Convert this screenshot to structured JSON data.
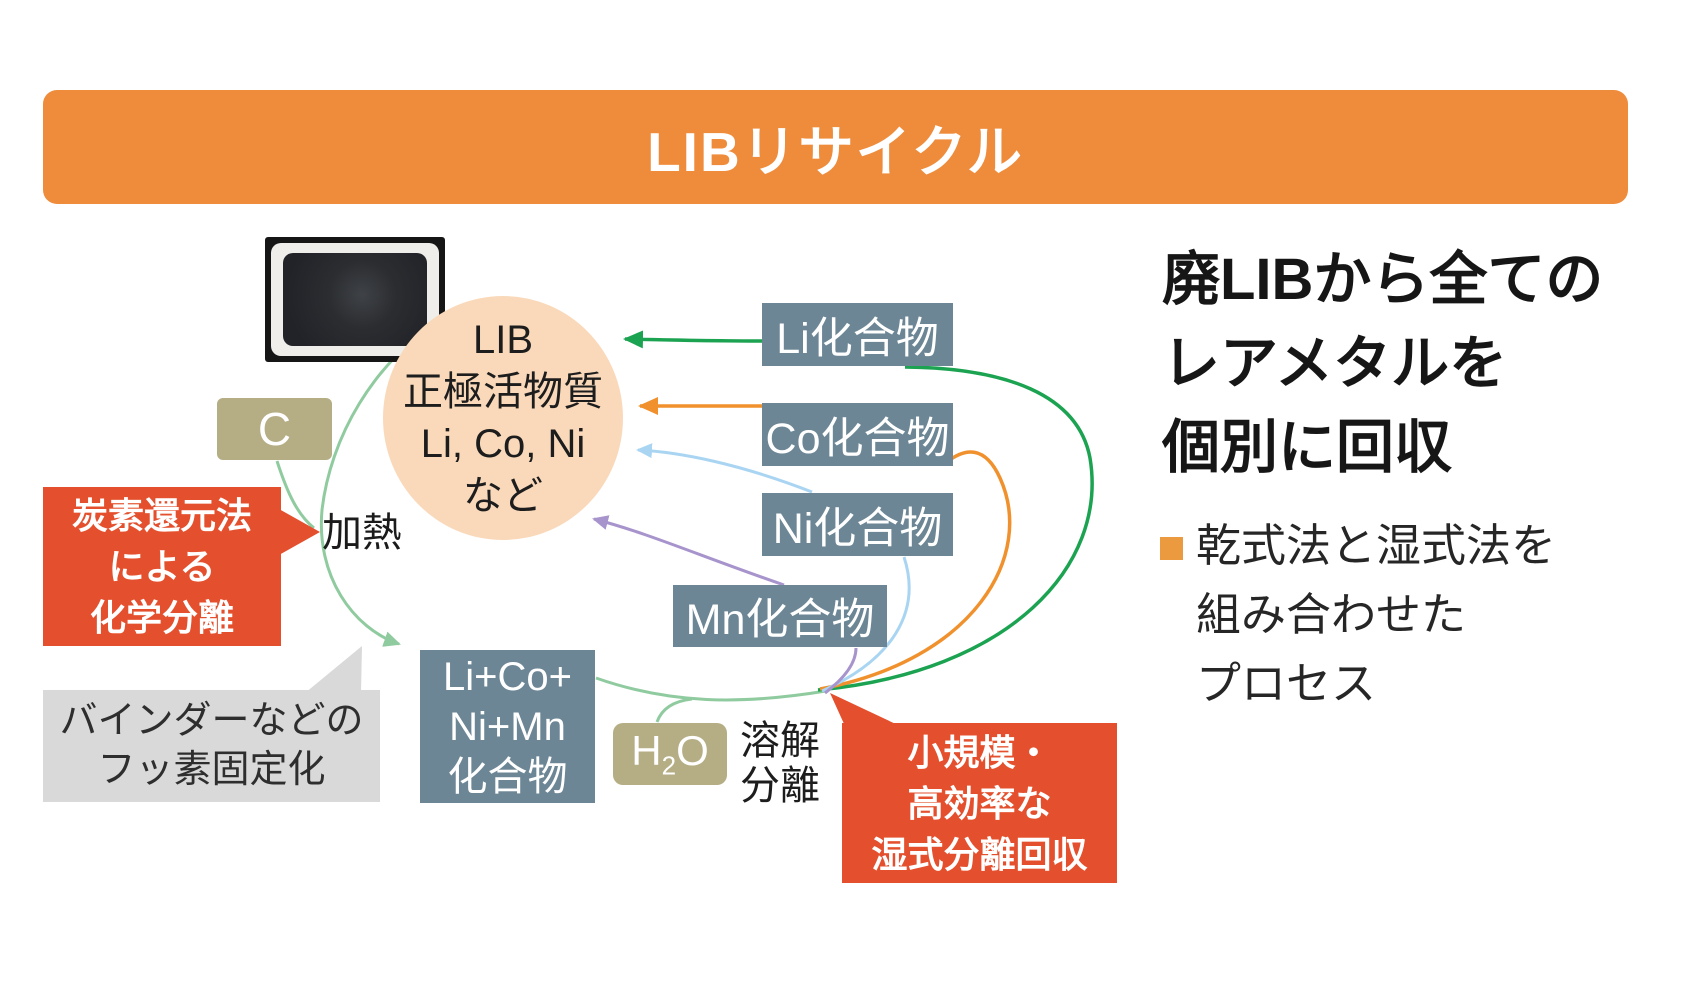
{
  "slide": {
    "title": "LIBリサイクル",
    "main_heading_lines": [
      "廃LIBから全ての",
      "レアメタルを",
      "個別に回収"
    ],
    "bullet_lines": [
      "乾式法と湿式法を",
      "組み合わせた",
      "プロセス"
    ]
  },
  "diagram": {
    "source_circle_lines": [
      "LIB",
      "正極活物質",
      "Li, Co, Ni",
      "など"
    ],
    "carbon_box_label": "C",
    "heating_label": "加熱",
    "carbon_reduction_callout_lines": [
      "炭素還元法",
      "による",
      "化学分離"
    ],
    "binder_callout_lines": [
      "バインダーなどの",
      "フッ素固定化"
    ],
    "mixed_compound_box_lines": [
      "Li+Co+",
      "Ni+Mn",
      "化合物"
    ],
    "water_label": {
      "pre": "H",
      "sub": "2",
      "post": "O"
    },
    "dissolution_label_lines": [
      "溶解",
      "分離"
    ],
    "wet_separation_callout_lines": [
      "小規模・",
      "高効率な",
      "湿式分離回収"
    ],
    "compound_boxes": [
      {
        "label": "Li化合物",
        "arrow_color": "#1CA351"
      },
      {
        "label": "Co化合物",
        "arrow_color": "#F0912D"
      },
      {
        "label": "Ni化合物",
        "arrow_color": "#A9D5F2"
      },
      {
        "label": "Mn化合物",
        "arrow_color": "#A894CC"
      }
    ]
  },
  "colors": {
    "banner_orange": "#EE8C3C",
    "bullet_orange": "#EC9A3F",
    "callout_red": "#E4502E",
    "box_slate": "#6C8695",
    "box_khaki": "#B5AD84",
    "circle_peach": "#F9D9BA",
    "gray_box": "#D9D9D9",
    "flow_green_light": "#90CBA0",
    "arrow_green": "#1CA351",
    "arrow_orange": "#F0912D",
    "arrow_blue": "#A9D5F2",
    "arrow_purple": "#A894CC"
  }
}
